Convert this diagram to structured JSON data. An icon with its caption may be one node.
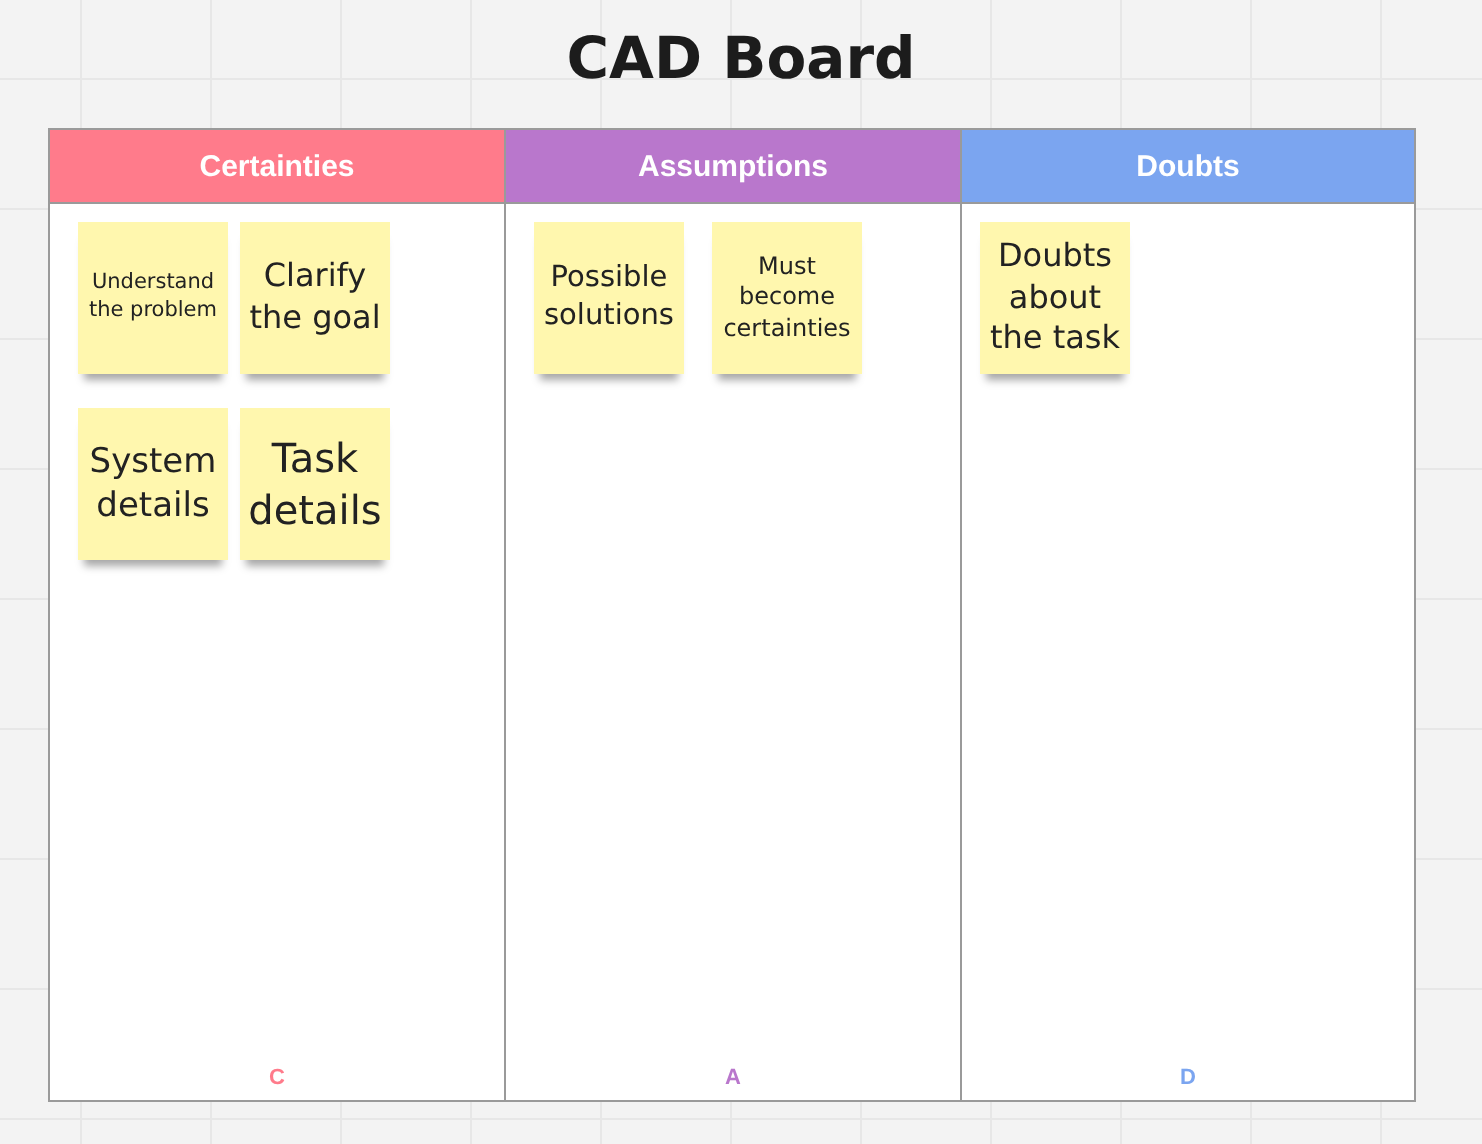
{
  "diagram": {
    "title": "CAD Board",
    "nodes": [
      {
        "text": [
          "Certainties",
          "C"
        ]
      },
      {
        "text": [
          "Understand the problem"
        ],
        "in": 0
      },
      {
        "text": [
          "Clarify the goal"
        ],
        "in": 0
      },
      {
        "text": [
          "System details"
        ],
        "in": 0
      },
      {
        "text": [
          "Task details"
        ],
        "in": 0
      },
      {
        "text": [
          "Assumptions",
          "A"
        ]
      },
      {
        "text": [
          "Possible solutions"
        ],
        "in": 5
      },
      {
        "text": [
          "Must become certainties"
        ],
        "in": 5
      },
      {
        "text": [
          "Doubts",
          "D"
        ]
      },
      {
        "text": [
          "Doubts about the task"
        ],
        "in": 8
      }
    ],
    "edges": []
  }
}
